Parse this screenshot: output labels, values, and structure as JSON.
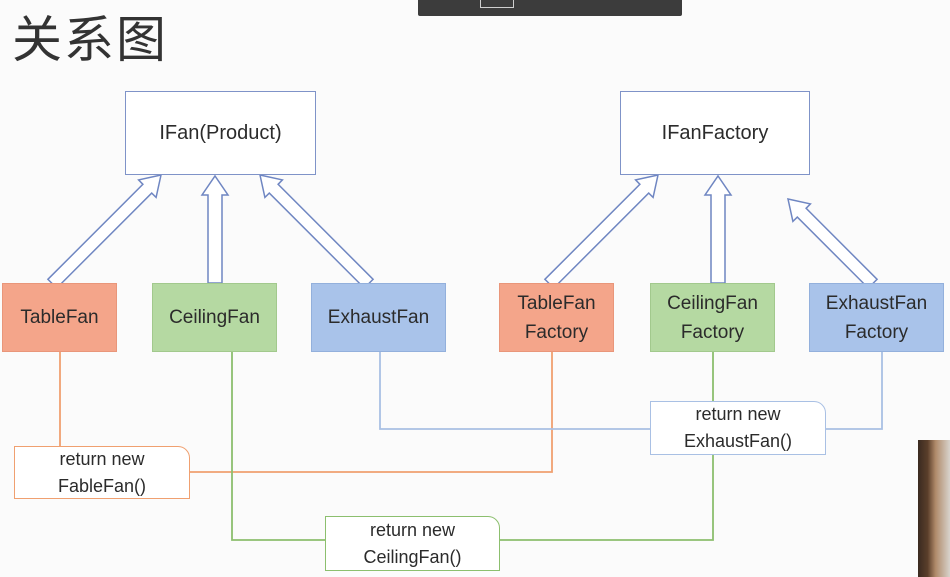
{
  "title": "关系图",
  "product": {
    "label": "IFan(Product)"
  },
  "factory": {
    "label": "IFanFactory"
  },
  "products": [
    {
      "label": "TableFan"
    },
    {
      "label": "CeilingFan"
    },
    {
      "label": "ExhaustFan"
    }
  ],
  "factories": [
    {
      "line1": "TableFan",
      "line2": "Factory"
    },
    {
      "line1": "CeilingFan",
      "line2": "Factory"
    },
    {
      "line1": "ExhaustFan",
      "line2": "Factory"
    }
  ],
  "notes": {
    "table": {
      "line1": "return new",
      "line2": "FableFan()"
    },
    "ceiling": {
      "line1": "return new",
      "line2": "CeilingFan()"
    },
    "exhaust": {
      "line1": "return new",
      "line2": "ExhaustFan()"
    }
  },
  "colors": {
    "orange": "#f4a58a",
    "green": "#b5d9a2",
    "blue": "#a9c3ea",
    "interface_border": "#7f93c8"
  }
}
